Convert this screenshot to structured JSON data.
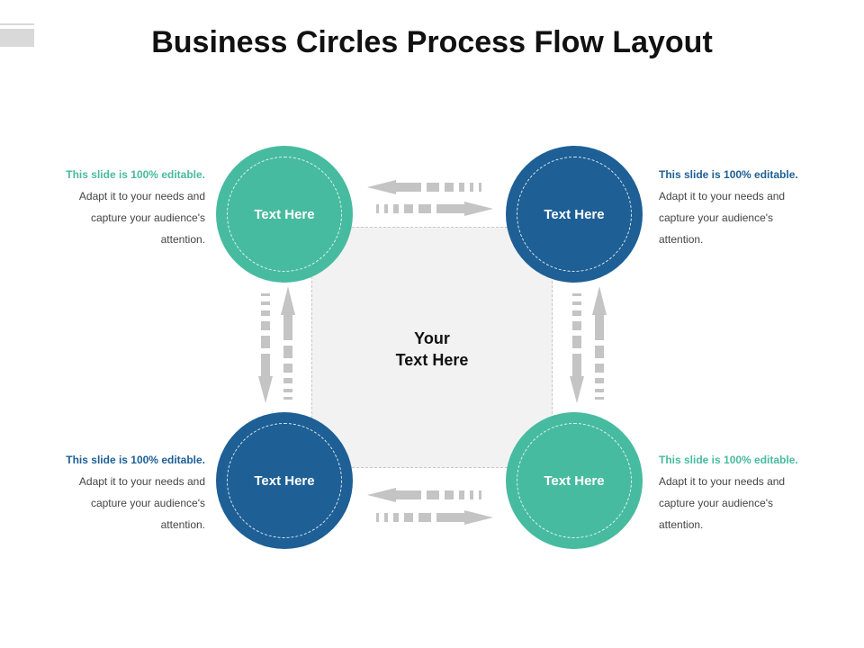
{
  "title": "Business Circles Process Flow Layout",
  "center": {
    "line1": "Your",
    "line2": "Text Here"
  },
  "colors": {
    "teal": "#47bb9f",
    "blue": "#1e5f95",
    "arrow": "#c4c4c4"
  },
  "nodes": [
    {
      "id": "top-left",
      "label": "Text Here",
      "color": "teal"
    },
    {
      "id": "top-right",
      "label": "Text Here",
      "color": "blue"
    },
    {
      "id": "bottom-left",
      "label": "Text Here",
      "color": "blue"
    },
    {
      "id": "bottom-right",
      "label": "Text Here",
      "color": "teal"
    }
  ],
  "descriptions": [
    {
      "highlight": "This slide is 100% editable.",
      "rest": " Adapt it to your needs and capture your audience's attention.",
      "highlight_color": "teal"
    },
    {
      "highlight": "This slide is 100% editable.",
      "rest": " Adapt it to your needs and capture your audience's attention.",
      "highlight_color": "blue"
    },
    {
      "highlight": "This slide is 100% editable.",
      "rest": " Adapt it to your needs and capture your audience's attention.",
      "highlight_color": "blue"
    },
    {
      "highlight": "This slide is 100% editable.",
      "rest": " Adapt it to your needs and capture your audience's attention.",
      "highlight_color": "teal"
    }
  ]
}
